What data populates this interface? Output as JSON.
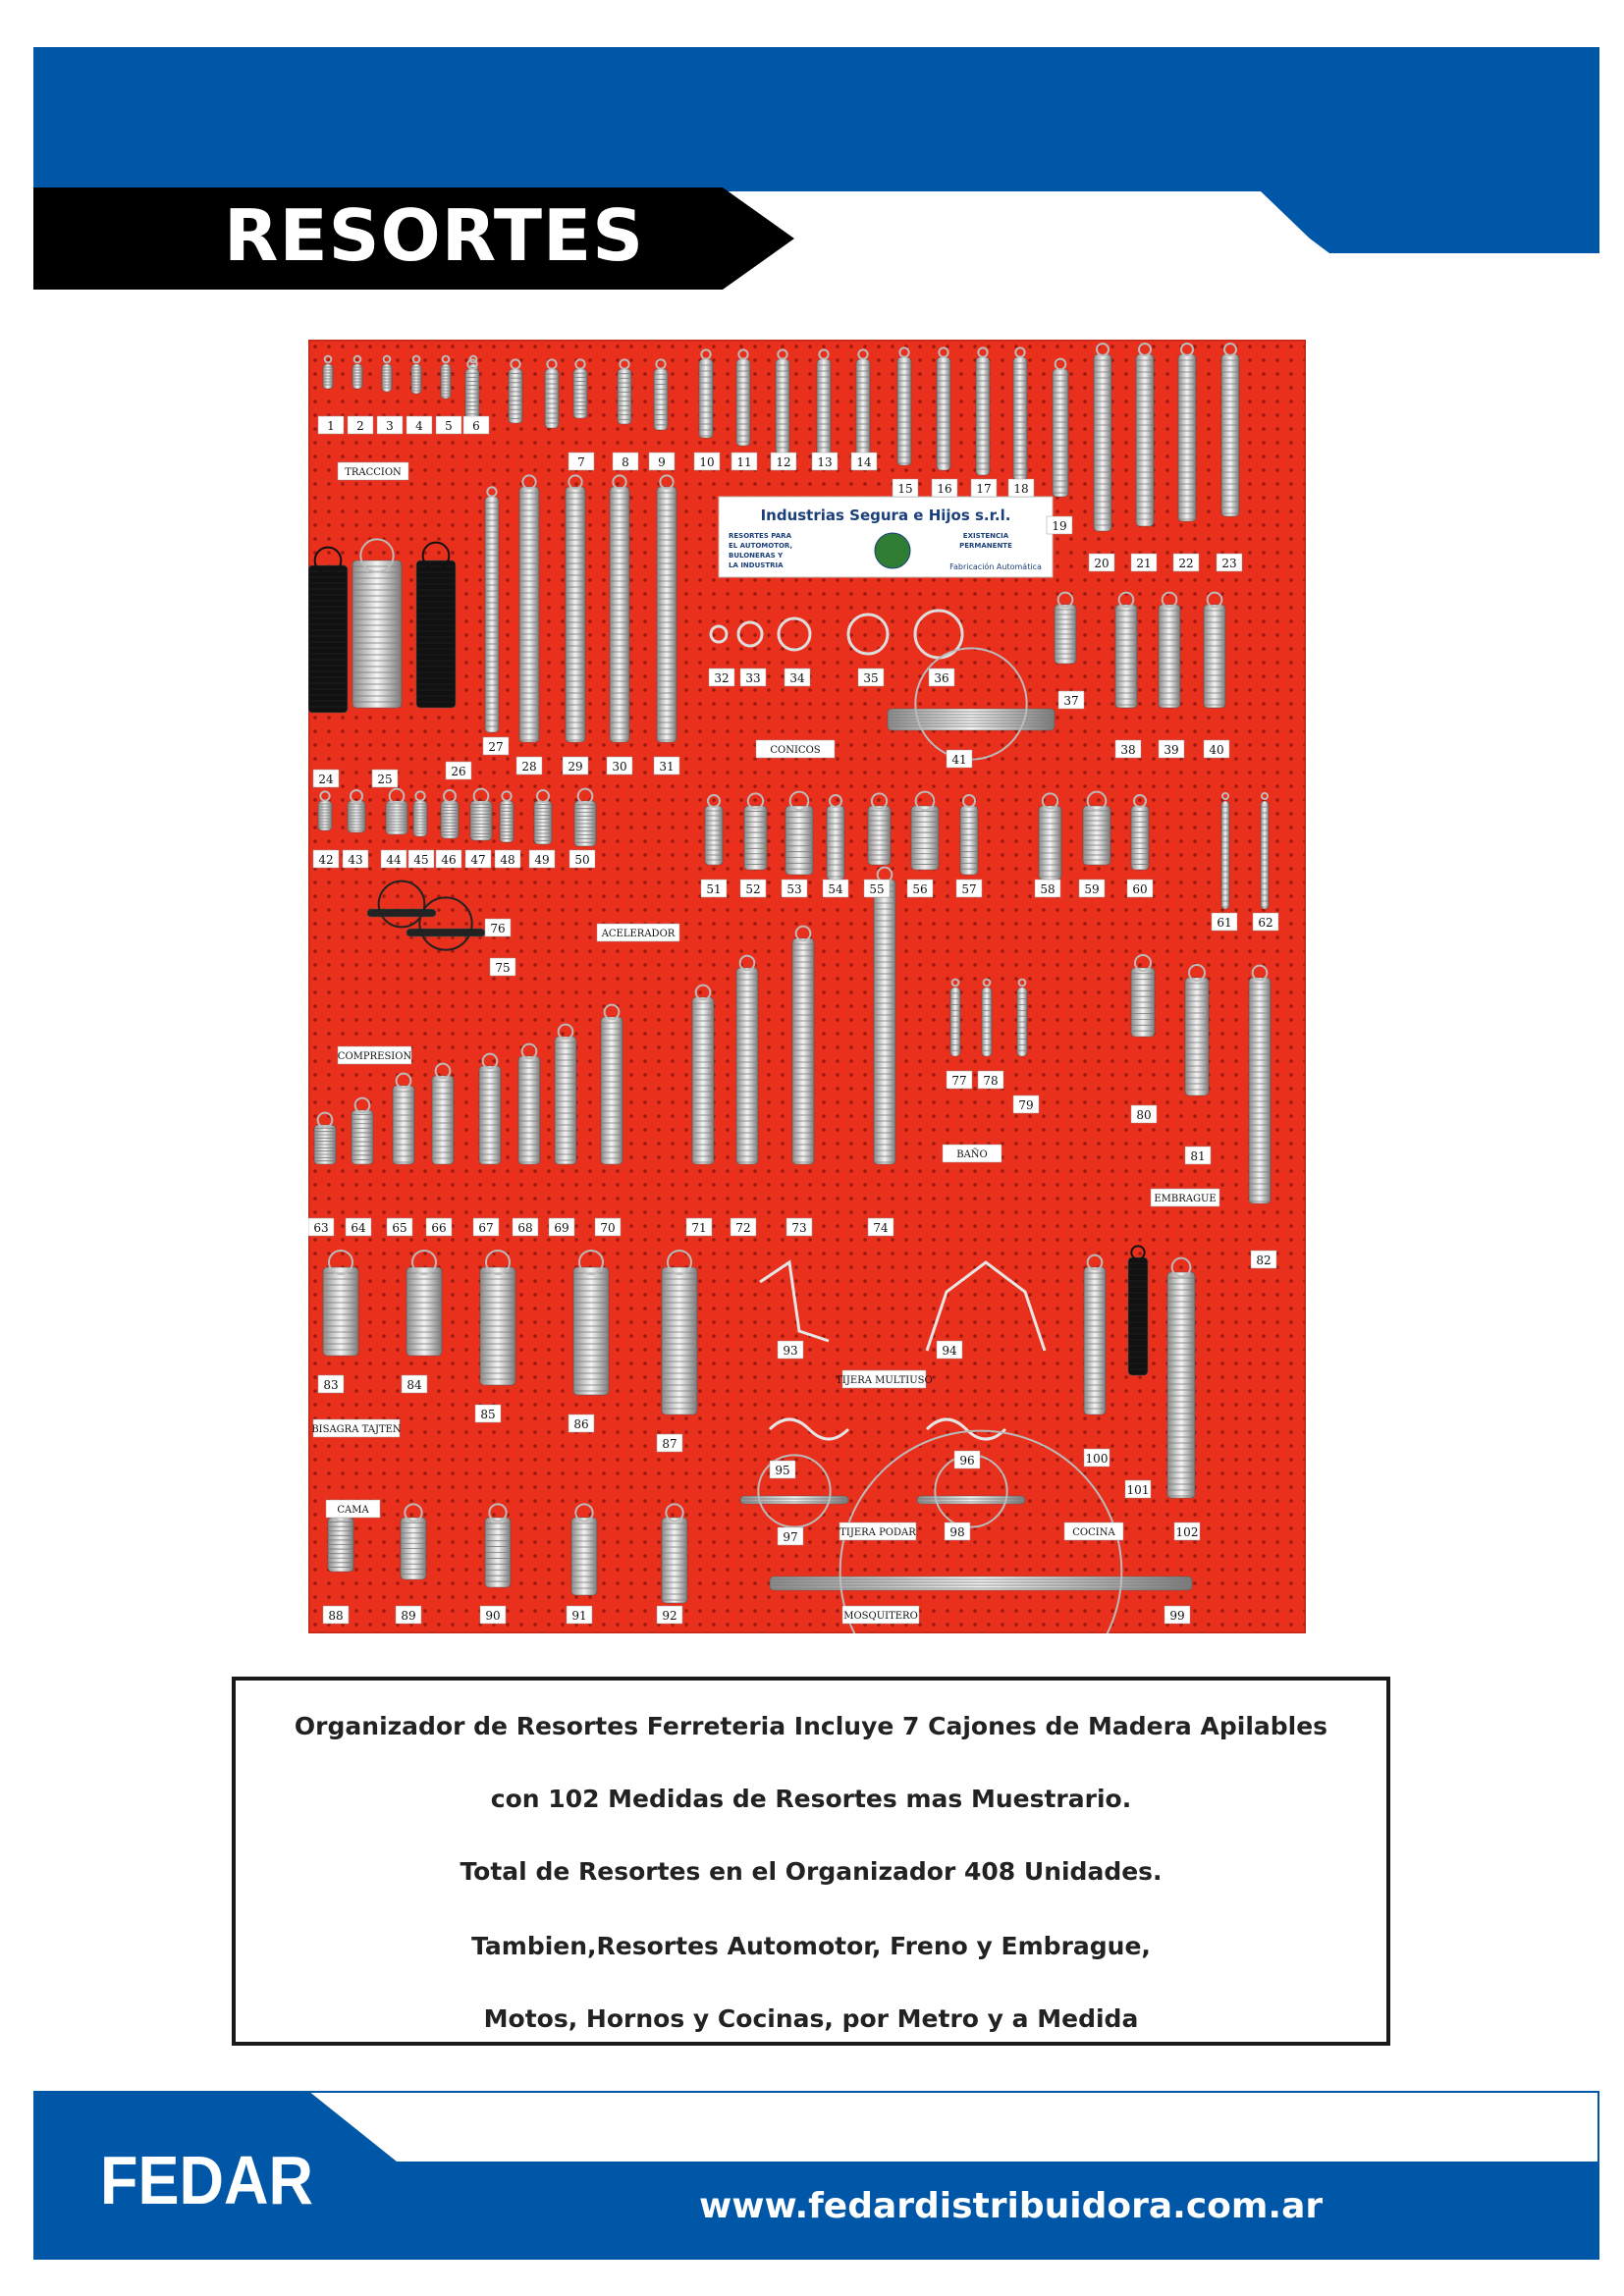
{
  "header": {
    "title": "RESORTES",
    "band_color": "#0057a8",
    "tab_color": "#000000"
  },
  "photo": {
    "board_color": "#e8301c",
    "sign": {
      "company": "Industrias Segura e Hijos s.r.l.",
      "left_lines": [
        "RESORTES PARA",
        "EL AUTOMOTOR,",
        "BULONERAS Y",
        "LA INDUSTRIA"
      ],
      "right_lines": [
        "EXISTENCIA",
        "PERMANENTE"
      ],
      "bottom_right": "Fabricación Automática"
    },
    "section_labels": [
      "TRACCION",
      "CONICOS",
      "ACELERADOR",
      "COMPRESION",
      "BAÑO",
      "EMBRAGUE",
      "TIJERA MULTIUSO",
      "BISAGRA TAJTEN",
      "CAMA",
      "TIJERA PODAR",
      "COCINA",
      "MOSQUITERO"
    ],
    "item_count": 102
  },
  "description": {
    "lines": [
      "Organizador de Resortes Ferreteria Incluye 7 Cajones de Madera Apilables",
      "con 102 Medidas de Resortes mas Muestrario.",
      "Total de Resortes en el Organizador 408 Unidades.",
      "Tambien,Resortes Automotor, Freno y Embrague,",
      "Motos, Hornos y Cocinas, por Metro y a Medida"
    ]
  },
  "footer": {
    "brand": "FEDAR",
    "website": "www.fedardistribuidora.com.ar"
  }
}
